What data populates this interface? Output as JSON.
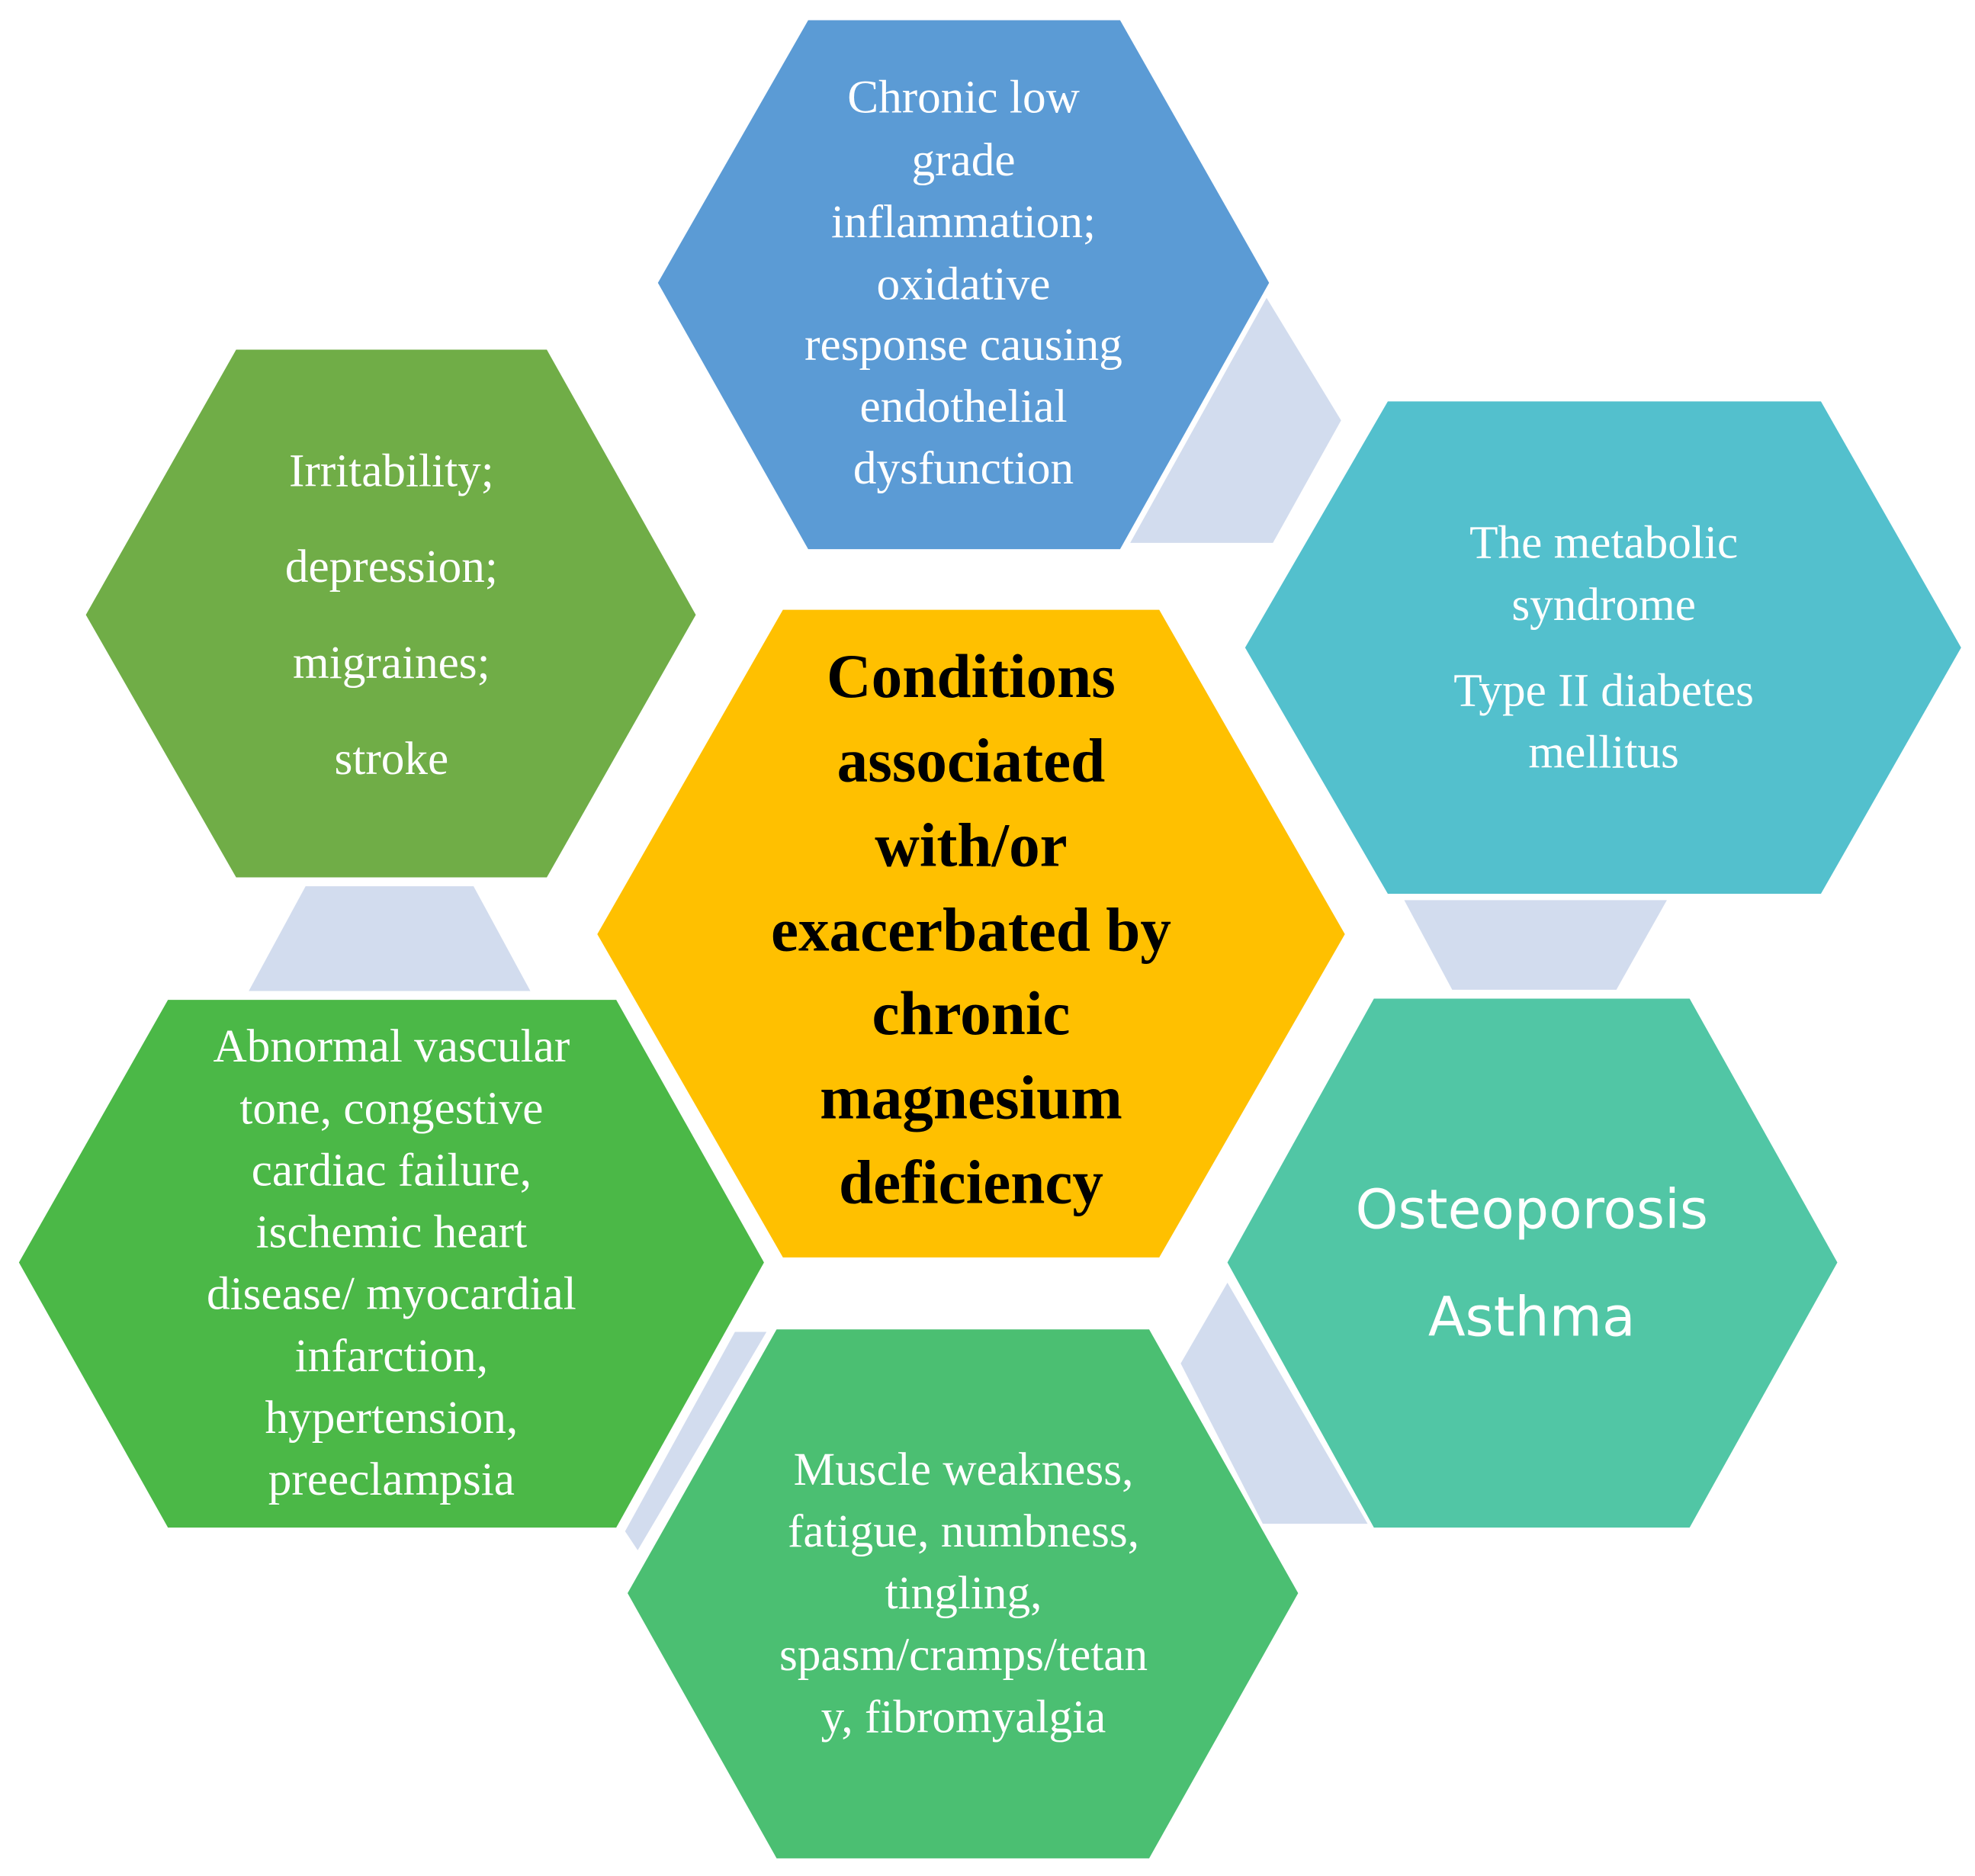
{
  "colors": {
    "top": "#5B9BD5",
    "left_upper": "#70AD47",
    "center": "#FFC000",
    "right_upper": "#53C0CD",
    "right_lower": "#51C6A5",
    "bottom": "#4BBF72",
    "left_lower": "#4BB847",
    "connector": "#D2DCEE"
  },
  "hexagons": {
    "center": [
      "Conditions",
      "associated",
      "with/or",
      "exacerbated by",
      "chronic",
      "magnesium",
      "deficiency"
    ],
    "top": [
      "Chronic low",
      "grade",
      "inflammation;",
      "oxidative",
      "response causing",
      "endothelial",
      "dysfunction"
    ],
    "right_upper": [
      "The metabolic",
      "syndrome",
      "Type II diabetes",
      "mellitus"
    ],
    "right_lower": [
      "Osteoporosis",
      "Asthma"
    ],
    "bottom": [
      "Muscle weakness,",
      "fatigue, numbness,",
      "tingling,",
      "spasm/cramps/tetan",
      "y, fibromyalgia"
    ],
    "left_lower": [
      "Abnormal vascular",
      "tone, congestive",
      "cardiac failure,",
      "ischemic heart",
      "disease/ myocardial",
      "infarction,",
      "hypertension,",
      "preeclampsia"
    ],
    "left_upper": [
      "Irritability;",
      "depression;",
      "migraines;",
      "stroke"
    ]
  }
}
